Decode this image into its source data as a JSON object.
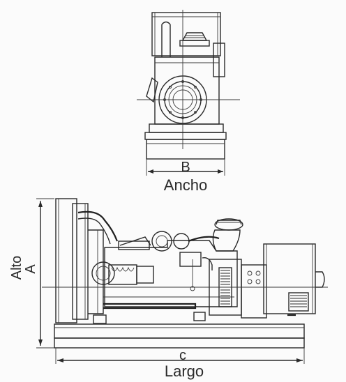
{
  "diagram": {
    "front_view": {
      "dimension_letter": "B",
      "dimension_name": "Ancho"
    },
    "side_view": {
      "height_letter": "A",
      "height_name": "Alto",
      "length_letter": "c",
      "length_name": "Largo"
    }
  }
}
